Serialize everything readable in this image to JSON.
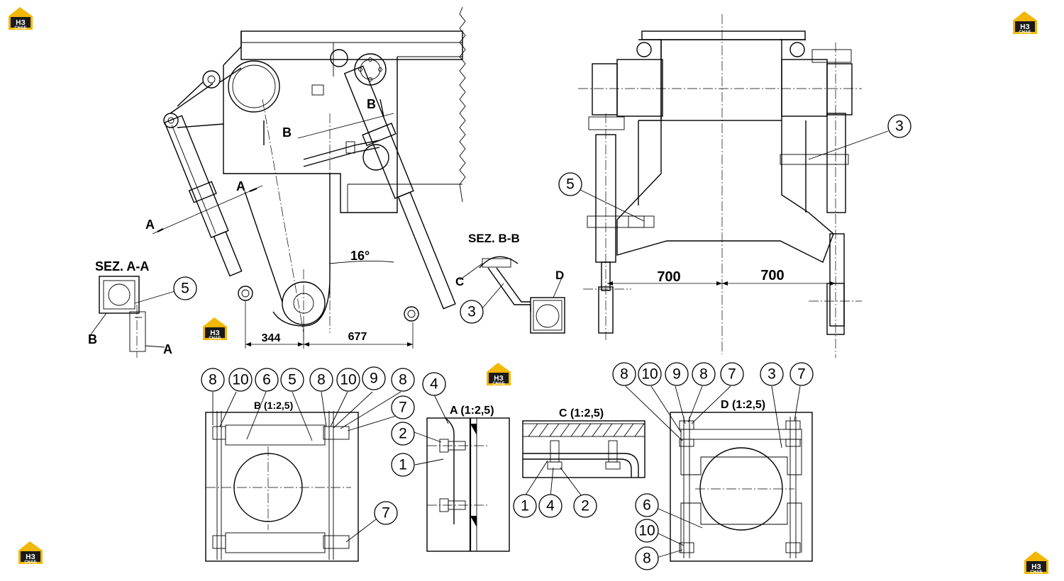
{
  "logo": {
    "mark": "НЗ",
    "sub": "СНАБ",
    "colors": {
      "accent": "#f2b705",
      "dark": "#1a1a1a"
    }
  },
  "labels": {
    "sez_aa": "SEZ. A-A",
    "sez_bb": "SEZ. B-B",
    "detail_b": "B (1:2,5)",
    "detail_a": "A (1:2,5)",
    "detail_c": "C (1:2,5)",
    "detail_d": "D (1:2,5)",
    "angle": "16°",
    "letter_a": "A",
    "letter_b": "B",
    "letter_c": "C",
    "letter_d": "D"
  },
  "dimensions": {
    "d344": "344",
    "d677": "677",
    "d700_left": "700",
    "d700_right": "700"
  },
  "callouts": {
    "sezaa_5": "5",
    "bb_3": "3",
    "front_5": "5",
    "front_3": "3",
    "b_8a": "8",
    "b_10a": "10",
    "b_6": "6",
    "b_5": "5",
    "b_8b": "8",
    "b_10b": "10",
    "b_9": "9",
    "b_8c": "8",
    "b_7a": "7",
    "b_7b": "7",
    "a_4": "4",
    "a_2": "2",
    "a_1": "1",
    "c_1": "1",
    "c_4": "4",
    "c_2": "2",
    "d_8a": "8",
    "d_10a": "10",
    "d_9": "9",
    "d_8b": "8",
    "d_7a": "7",
    "d_3": "3",
    "d_7b": "7",
    "d_6": "6",
    "d_10b": "10",
    "d_8c": "8"
  }
}
